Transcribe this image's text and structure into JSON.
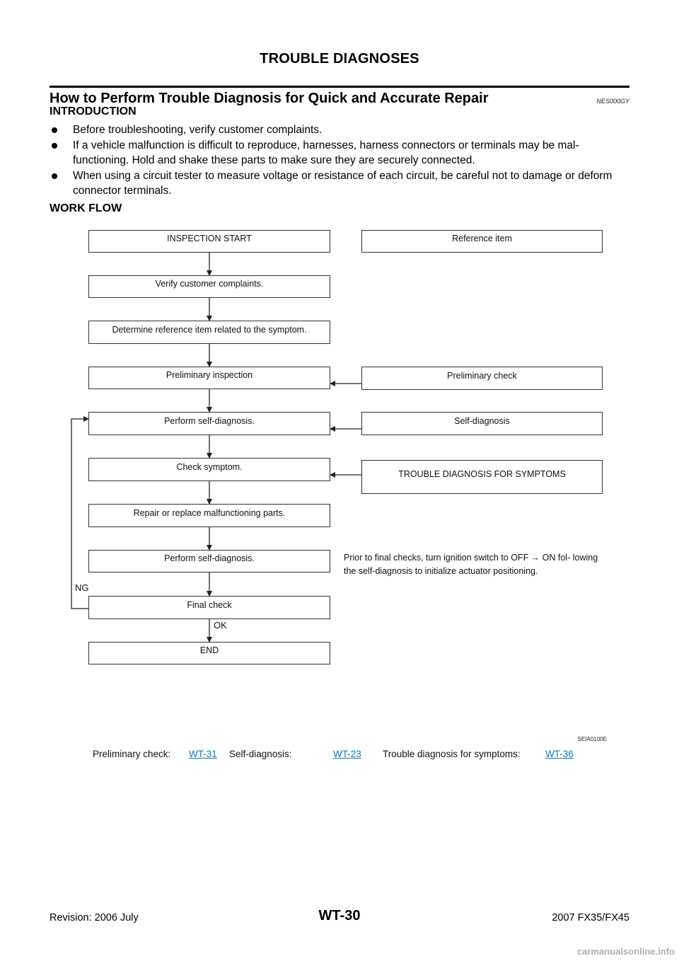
{
  "header": {
    "title": "TROUBLE DIAGNOSES"
  },
  "section": {
    "title": "How to Perform Trouble Diagnosis for Quick and Accurate Repair",
    "code": "NES000GY"
  },
  "introduction": {
    "heading": "INTRODUCTION",
    "bullets": [
      "Before troubleshooting, verify customer complaints.",
      "If a vehicle malfunction is difficult to reproduce, harnesses, harness connectors or terminals may be mal- functioning. Hold and shake these parts to make sure they are securely connected.",
      "When using a circuit tester to measure voltage or resistance of each circuit, be careful not to damage or deform connector terminals."
    ]
  },
  "workflow": {
    "heading": "WORK FLOW",
    "steps": [
      "INSPECTION START",
      "Verify customer complaints.",
      "Determine reference item related to the symptom.",
      "Preliminary inspection",
      "Perform self-diagnosis.",
      "Check symptom.",
      "Repair or replace malfunctioning parts.",
      "Perform self-diagnosis.",
      "Final check",
      "END"
    ],
    "references": [
      "Reference item",
      "Preliminary check",
      "Self-diagnosis",
      "TROUBLE DIAGNOSIS FOR SYMPTOMS"
    ],
    "ng_label": "NG",
    "ok_label": "OK",
    "note": "Prior to final checks, turn ignition switch to OFF → ON fol- lowing the self-diagnosis to initialize actuator positioning.",
    "figure_id": "SEIA0100E"
  },
  "refs": {
    "preliminary_label": "Preliminary check:",
    "preliminary_link": "WT-31",
    "self_diag_label": "Self-diagnosis:",
    "self_diag_link": "WT-23",
    "symptoms_label": "Trouble diagnosis for symptoms:",
    "symptoms_link": "WT-36"
  },
  "footer": {
    "page_number": "WT-30",
    "revision": "Revision: 2006 July",
    "model": "2007 FX35/FX45",
    "watermark": "carmanualsonline.info"
  }
}
